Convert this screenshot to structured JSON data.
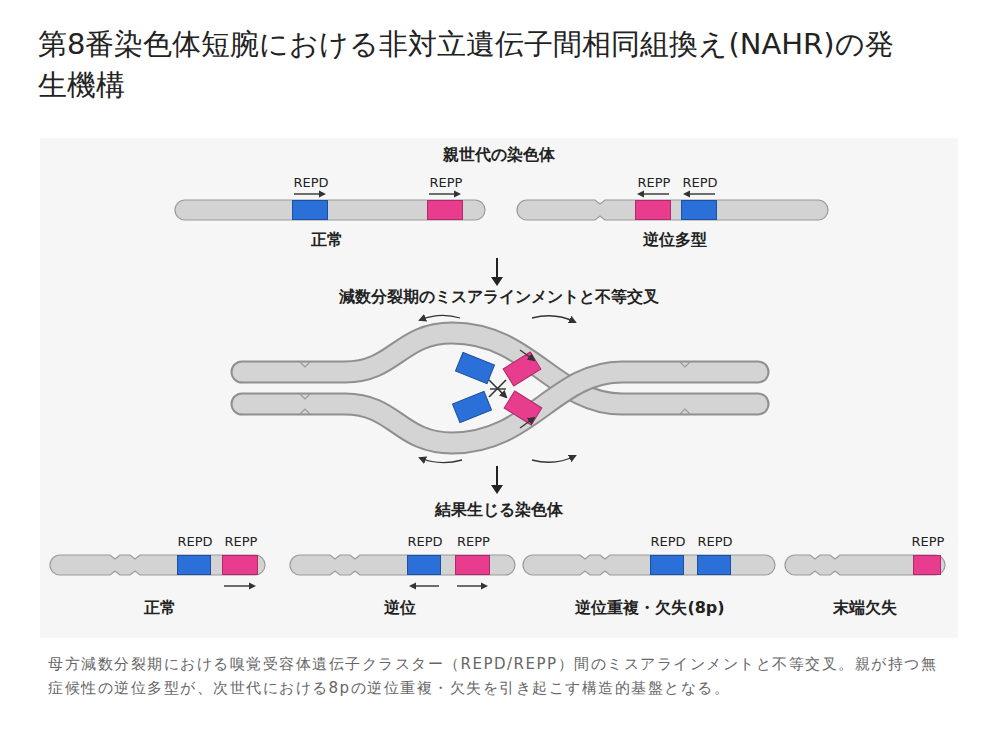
{
  "diagram": {
    "title": "第8番染色体短腕における非対立遺伝子間相同組換え(NAHR)の発生機構",
    "caption": "母方減数分裂期における嗅覚受容体遺伝子クラスター（REPD/REPP）間のミスアラインメントと不等交叉。親が持つ無症候性の逆位多型が、次世代における8pの逆位重複・欠失を引き起こす構造的基盤となる。",
    "nodes": [
      {
        "text": [
          "正常"
        ]
      },
      {
        "text": [
          "REPD"
        ],
        "in": 0
      },
      {
        "text": [
          "REPP"
        ],
        "in": 0
      },
      {
        "text": [
          "逆位多型"
        ]
      },
      {
        "text": [
          "REPP"
        ],
        "in": 3
      },
      {
        "text": [
          "REPD"
        ],
        "in": 3
      },
      {
        "text": [
          "正常"
        ]
      },
      {
        "text": [
          "REPD"
        ],
        "in": 6
      },
      {
        "text": [
          "REPP"
        ],
        "in": 6
      },
      {
        "text": [
          "逆位"
        ]
      },
      {
        "text": [
          "REPD"
        ],
        "in": 9
      },
      {
        "text": [
          "REPP"
        ],
        "in": 9
      },
      {
        "text": [
          "逆位重複・欠失(8p)"
        ]
      },
      {
        "text": [
          "REPD"
        ],
        "in": 12
      },
      {
        "text": [
          "REPD"
        ],
        "in": 12
      },
      {
        "text": [
          "末端欠失"
        ]
      },
      {
        "text": [
          "REPP"
        ],
        "in": 15
      }
    ],
    "labels": [
      "親世代の染色体",
      "減数分裂期のミスアラインメントと不等交叉",
      "結果生じる染色体"
    ]
  }
}
